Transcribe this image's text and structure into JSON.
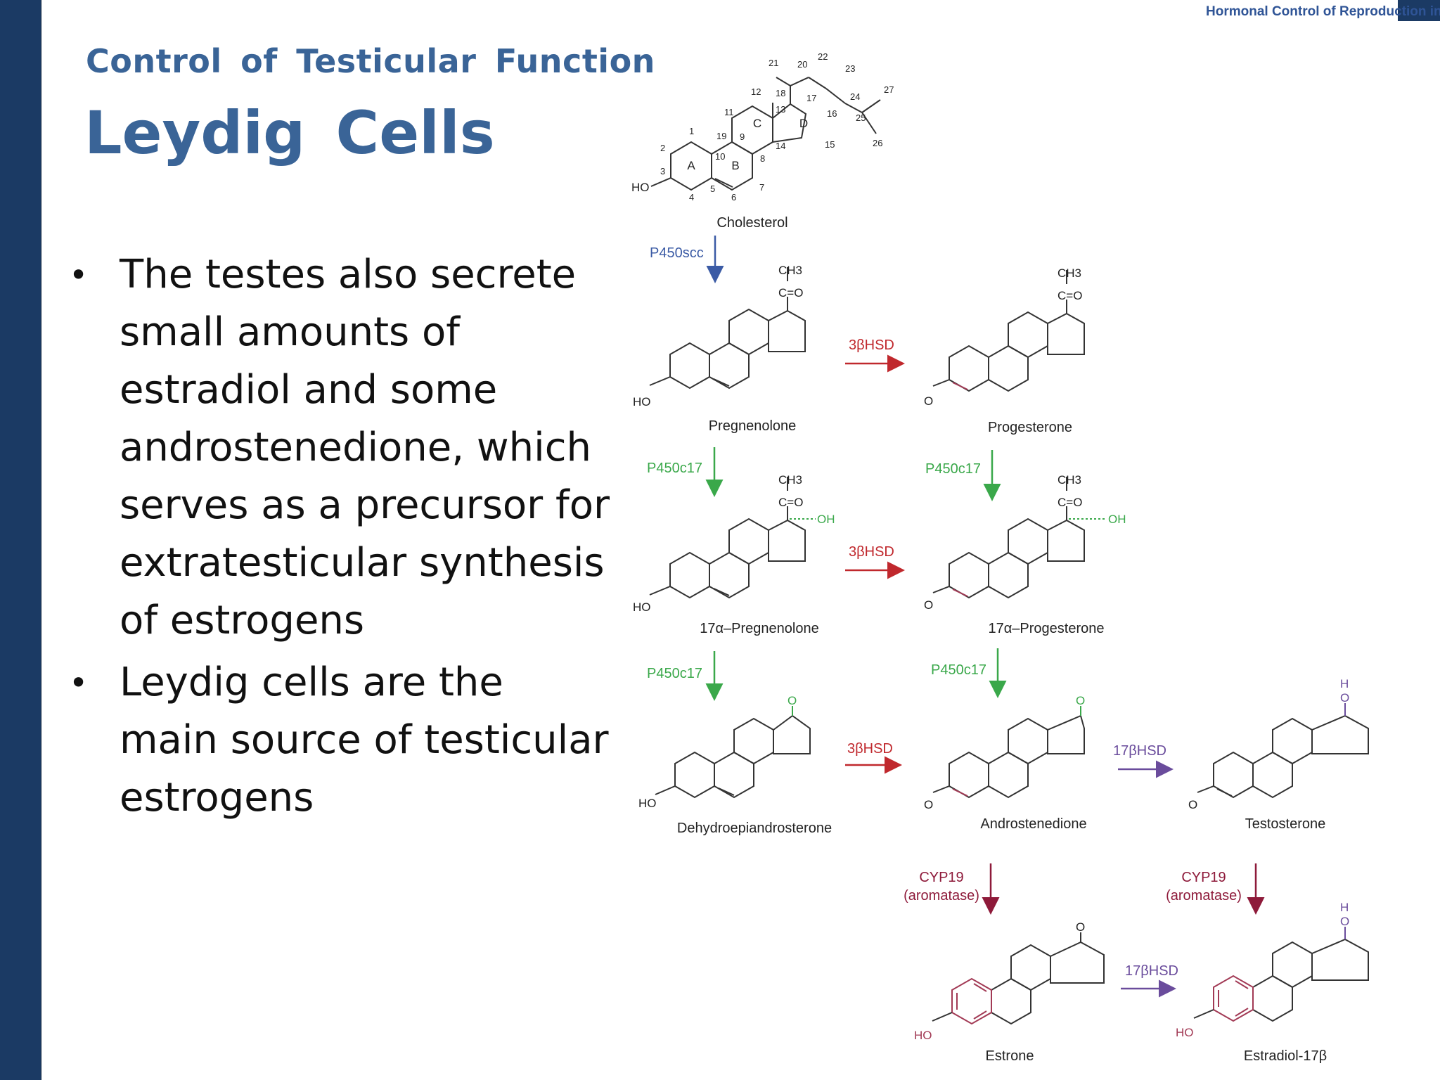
{
  "header": {
    "text": "Hormonal Control of Reproduction in th"
  },
  "slide": {
    "subtitle": "Control of Testicular Function",
    "title": "Leydig Cells",
    "bullets": [
      {
        "text": "The testes also secrete small amounts of estradiol and some androstenedione, which serves as a precursor for extratesticular synthesis of estrogens"
      },
      {
        "text": "Leydig cells are the main source of testicular estrogens"
      }
    ]
  },
  "diagram": {
    "atoms": {
      "ho": "HO",
      "o": "O",
      "ch3": "CH3",
      "co": "C=O",
      "oh": "OH",
      "h": "H"
    },
    "cholesterol": {
      "name": "Cholesterol",
      "ring_labels": [
        "A",
        "B",
        "C",
        "D"
      ],
      "numbers": [
        "1",
        "2",
        "3",
        "4",
        "5",
        "6",
        "7",
        "8",
        "9",
        "10",
        "11",
        "12",
        "13",
        "14",
        "15",
        "16",
        "17",
        "18",
        "19",
        "20",
        "21",
        "22",
        "23",
        "24",
        "25",
        "26",
        "27"
      ]
    },
    "compounds": {
      "pregnenolone": "Pregnenolone",
      "progesterone": "Progesterone",
      "oh_pregnenolone": "17α–Pregnenolone",
      "oh_progesterone": "17α–Progesterone",
      "dhea": "Dehydroepiandrosterone",
      "androstenedione": "Androstenedione",
      "testosterone": "Testosterone",
      "estrone": "Estrone",
      "estradiol": "Estradiol-17β"
    },
    "enzymes": {
      "p450scc": "P450scc",
      "p450c17": "P450c17",
      "hsd3b": "3βHSD",
      "hsd17b": "17βHSD",
      "cyp19": "CYP19",
      "aromatase": "(aromatase)"
    },
    "colors": {
      "p450scc": "#3b5ba5",
      "p450c17": "#3aa84a",
      "hsd3b": "#c0282d",
      "hsd17b": "#6a4c9c",
      "cyp19": "#8e1a3a",
      "aromatic_ring": "#a23a55",
      "structure": "#333333"
    }
  }
}
